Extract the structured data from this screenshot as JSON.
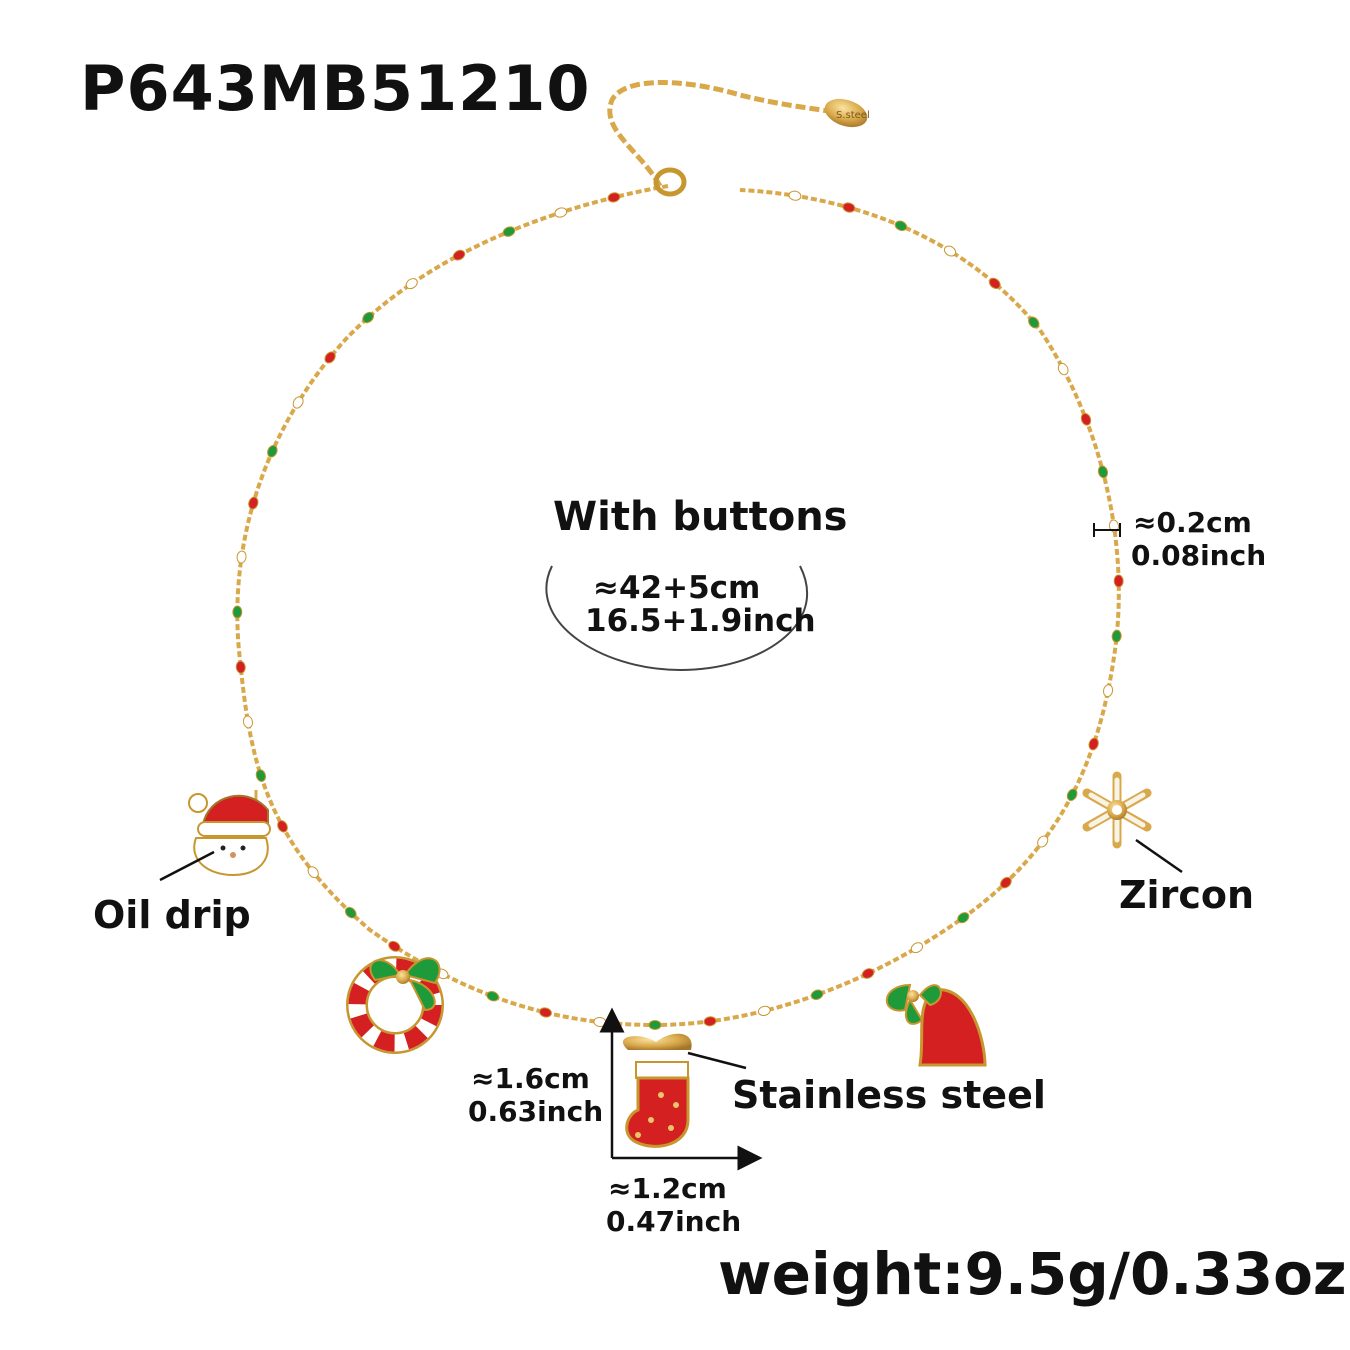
{
  "product_code": "P643MB51210",
  "clasp_tag_text": "S.steel",
  "center": {
    "title": "With buttons",
    "length_cm": "≈42+5cm",
    "length_inch": "16.5+1.9inch"
  },
  "bead_spec": {
    "cm": "≈0.2cm",
    "inch": "0.08inch"
  },
  "labels": {
    "oil_drip": "Oil drip",
    "zircon": "Zircon",
    "stainless_steel": "Stainless steel"
  },
  "charm_size": {
    "height_cm": "≈1.6cm",
    "height_inch": "0.63inch",
    "width_cm": "≈1.2cm",
    "width_inch": "0.47inch"
  },
  "weight": "weight:9.5g/0.33oz",
  "colors": {
    "gold": "#d9a84a",
    "red_enamel": "#d42020",
    "green_enamel": "#1f9a3a",
    "white_enamel": "#ffffff"
  },
  "charms": [
    "santa-charm",
    "wreath-charm",
    "stocking-charm",
    "bell-charm",
    "snowflake-charm"
  ]
}
